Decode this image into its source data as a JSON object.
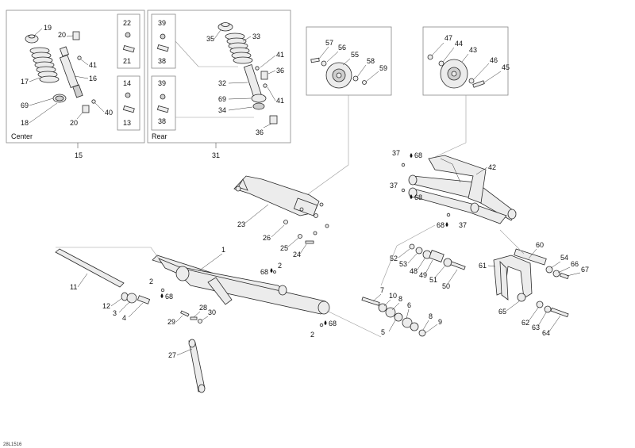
{
  "diagram": {
    "code": "28L1516",
    "boxes": {
      "center": {
        "caption": "Center",
        "ref": "15"
      },
      "rear": {
        "caption": "Rear",
        "ref": "31"
      }
    },
    "callouts": {
      "c19": "19",
      "c20a": "20",
      "c17": "17",
      "c16": "16",
      "c41a": "41",
      "c69a": "69",
      "c18": "18",
      "c20b": "20",
      "c40": "40",
      "c22": "22",
      "c21": "21",
      "c14": "14",
      "c13": "13",
      "c39a": "39",
      "c38a": "38",
      "c39b": "39",
      "c38b": "38",
      "c35": "35",
      "c33": "33",
      "c41b": "41",
      "c36a": "36",
      "c32": "32",
      "c69b": "69",
      "c34": "34",
      "c41c": "41",
      "c36b": "36",
      "c57": "57",
      "c56": "56",
      "c55": "55",
      "c58": "58",
      "c59": "59",
      "c47": "47",
      "c44": "44",
      "c43": "43",
      "c46": "46",
      "c45": "45",
      "c37a": "37",
      "c68a": "68",
      "c42": "42",
      "c37b": "37",
      "c68b": "68",
      "c68c": "68",
      "c37c": "37",
      "c23": "23",
      "c26": "26",
      "c25": "25",
      "c24": "24",
      "c1": "1",
      "c11": "11",
      "c2a": "2",
      "c68d": "68",
      "c12": "12",
      "c3": "3",
      "c4": "4",
      "c68e": "68",
      "c2b": "2",
      "c28": "28",
      "c30": "30",
      "c29": "29",
      "c27": "27",
      "c2c": "2",
      "c68f": "68",
      "c7": "7",
      "c10": "10",
      "c8a": "8",
      "c6": "6",
      "c8b": "8",
      "c9": "9",
      "c5": "5",
      "c52": "52",
      "c53": "53",
      "c48": "48",
      "c49": "49",
      "c51": "51",
      "c50": "50",
      "c60": "60",
      "c61": "61",
      "c54": "54",
      "c66": "66",
      "c67": "67",
      "c65": "65",
      "c62": "62",
      "c63": "63",
      "c64": "64"
    }
  }
}
